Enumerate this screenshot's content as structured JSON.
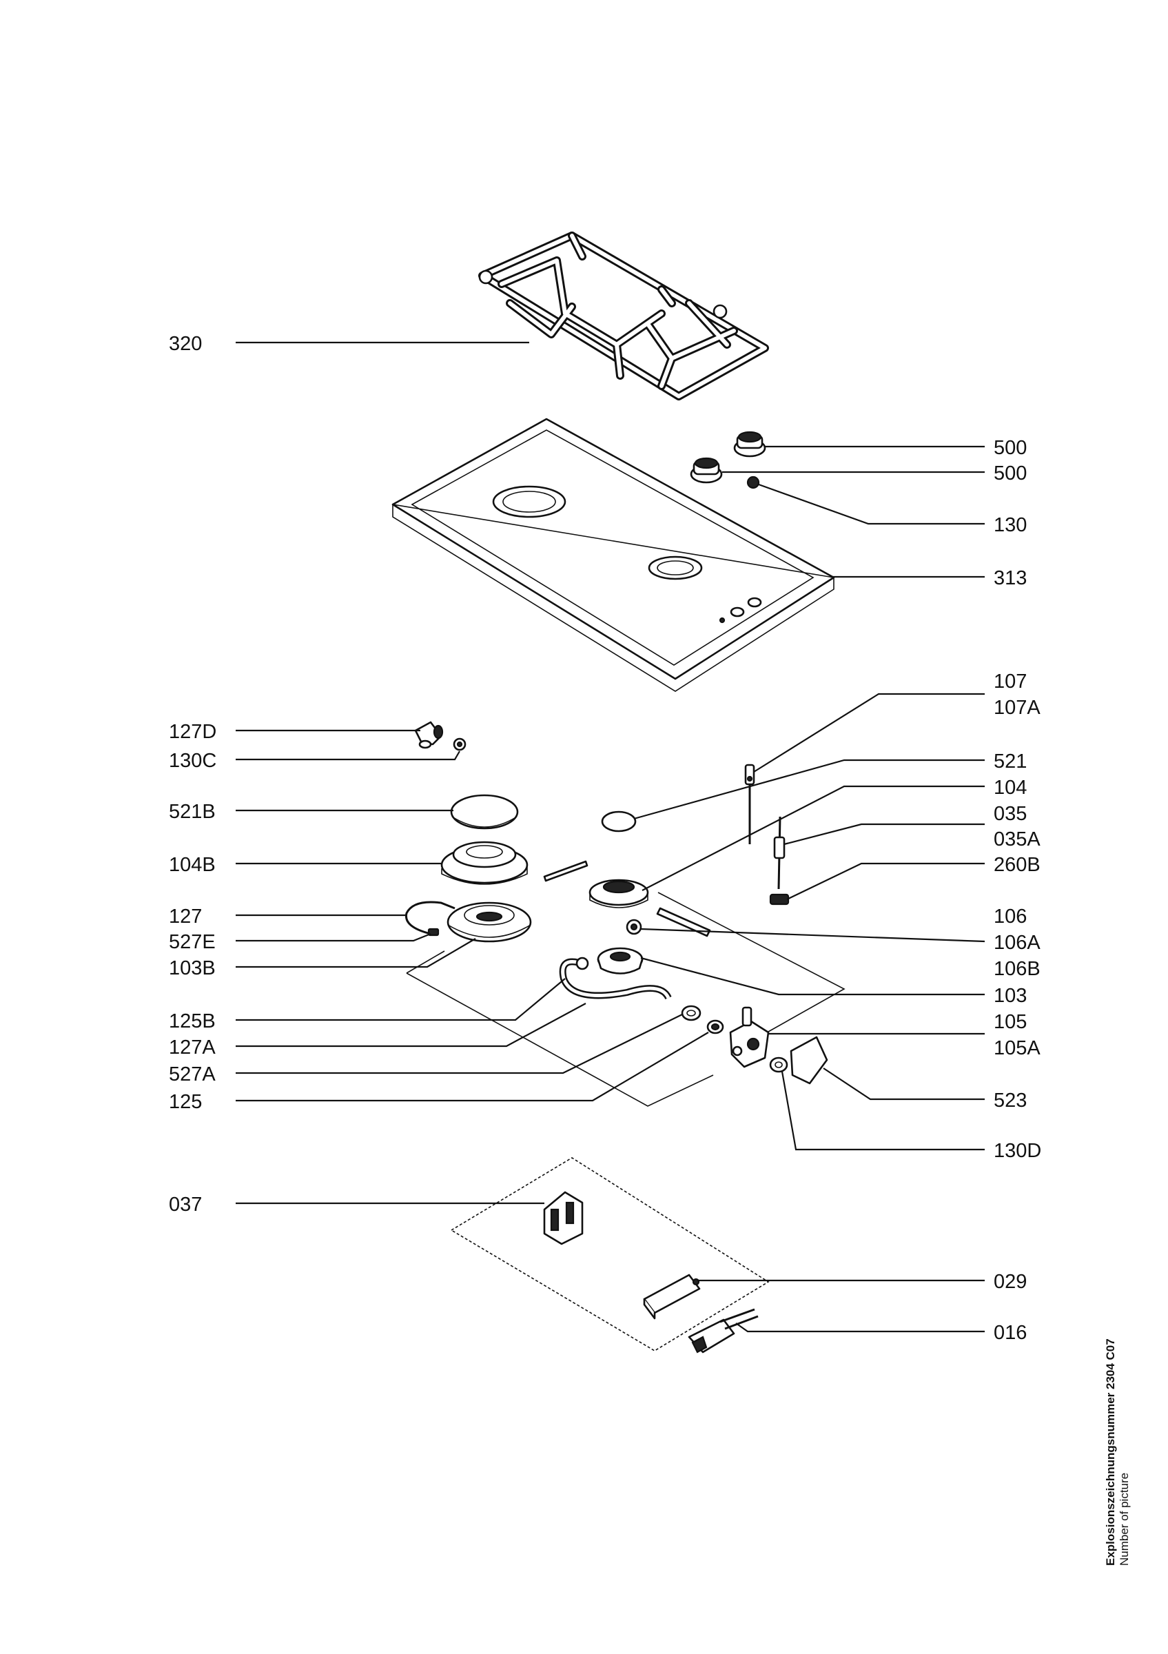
{
  "callouts_left": [
    "320",
    "127D",
    "130C",
    "521B",
    "104B",
    "127",
    "527E",
    "103B",
    "125B",
    "127A",
    "527A",
    "125",
    "037"
  ],
  "callouts_right": [
    "500",
    "500",
    "130",
    "313",
    "107",
    "107A",
    "521",
    "104",
    "035",
    "035A",
    "260B",
    "106",
    "106A",
    "106B",
    "103",
    "105",
    "105A",
    "523",
    "130D",
    "029",
    "016"
  ],
  "caption": {
    "title": "Explosionszeichnungsnummer 2304 C07",
    "subtitle": "Number of picture"
  }
}
